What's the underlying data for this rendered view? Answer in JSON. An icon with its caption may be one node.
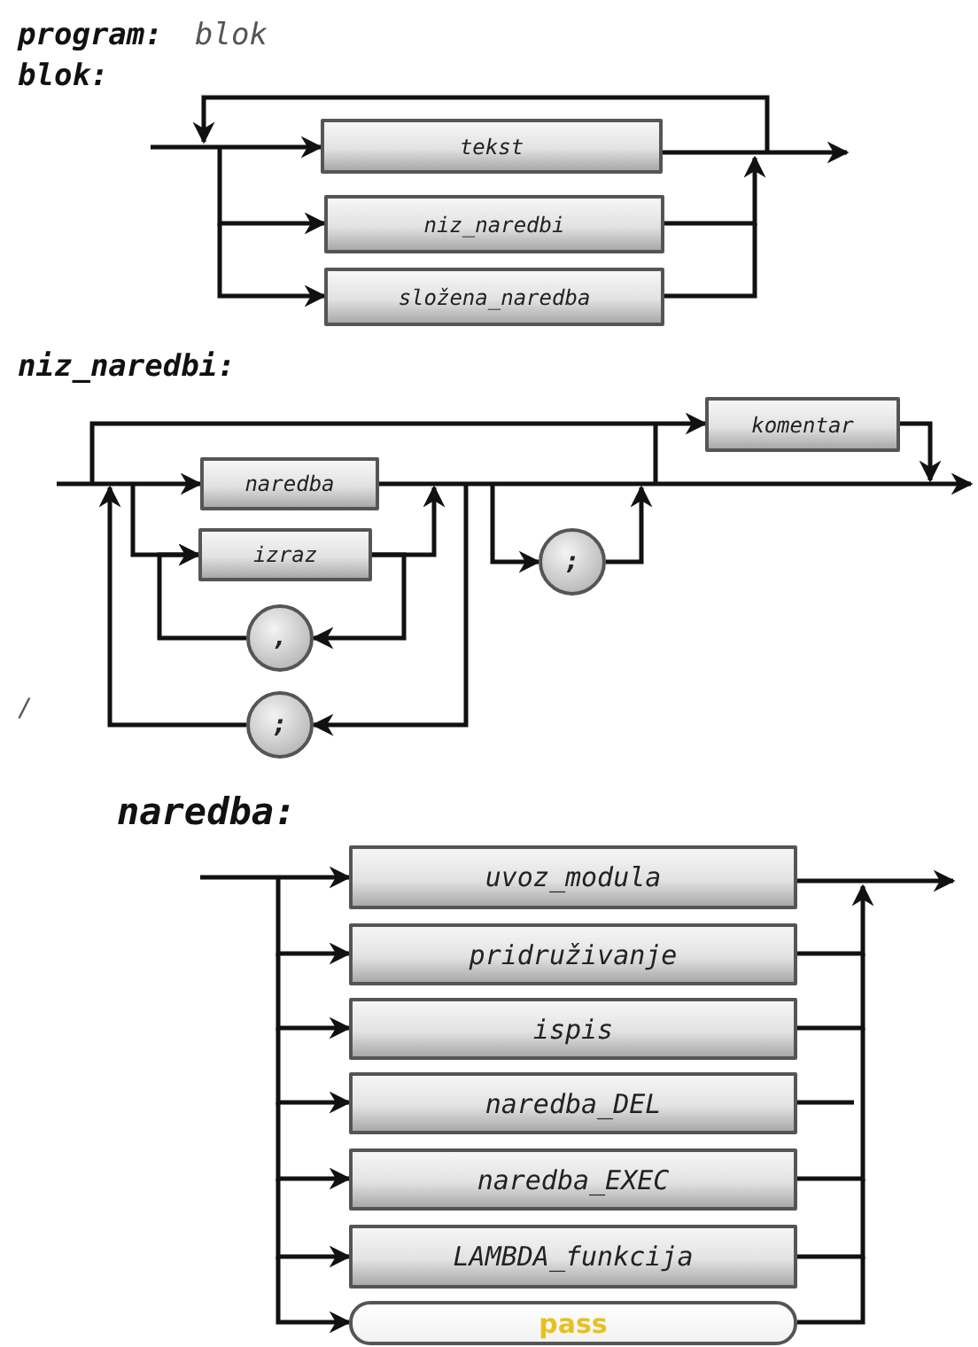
{
  "diagram": {
    "nodes": [
      {
        "text": [
          "tekst"
        ]
      },
      {
        "text": [
          "niz_naredbi"
        ]
      },
      {
        "text": [
          "složena_naredba"
        ]
      },
      {
        "text": [
          "naredba"
        ]
      },
      {
        "text": [
          "izraz"
        ]
      },
      {
        "text": [
          ","
        ]
      },
      {
        "text": [
          ";"
        ]
      },
      {
        "text": [
          ";"
        ]
      },
      {
        "text": [
          "komentar"
        ]
      },
      {
        "text": [
          "uvoz_modula"
        ]
      },
      {
        "text": [
          "pridruživanje"
        ]
      },
      {
        "text": [
          "ispis"
        ]
      },
      {
        "text": [
          "naredba_DEL"
        ]
      },
      {
        "text": [
          "naredba_EXEC"
        ]
      },
      {
        "text": [
          "LAMBDA_funkcija"
        ]
      },
      {
        "text": [
          "pass"
        ]
      }
    ],
    "edges": [
      {
        "from": null,
        "to": 0,
        "arrow": "to"
      },
      {
        "from": null,
        "to": 1,
        "arrow": "to"
      },
      {
        "from": null,
        "to": 2,
        "arrow": "to"
      },
      {
        "from": 0,
        "to": null,
        "arrow": "to"
      },
      {
        "from": 1,
        "to": null,
        "arrow": "to"
      },
      {
        "from": 2,
        "to": null,
        "arrow": "none"
      },
      {
        "from": null,
        "to": 3,
        "arrow": "to"
      },
      {
        "from": null,
        "to": 4,
        "arrow": "to"
      },
      {
        "from": 3,
        "to": null,
        "arrow": "to"
      },
      {
        "from": 4,
        "to": null,
        "arrow": "to"
      },
      {
        "from": 4,
        "to": 5,
        "arrow": "to"
      },
      {
        "from": 5,
        "to": 4,
        "arrow": "to"
      },
      {
        "from": null,
        "to": 6,
        "arrow": "to"
      },
      {
        "from": 6,
        "to": null,
        "arrow": "to"
      },
      {
        "from": null,
        "to": 7,
        "arrow": "to"
      },
      {
        "from": 7,
        "to": null,
        "arrow": "to"
      },
      {
        "from": null,
        "to": 8,
        "arrow": "to"
      },
      {
        "from": 8,
        "to": null,
        "arrow": "to"
      },
      {
        "from": null,
        "to": 9,
        "arrow": "to"
      },
      {
        "from": null,
        "to": 10,
        "arrow": "to"
      },
      {
        "from": null,
        "to": 11,
        "arrow": "to"
      },
      {
        "from": null,
        "to": 12,
        "arrow": "to"
      },
      {
        "from": null,
        "to": 13,
        "arrow": "to"
      },
      {
        "from": null,
        "to": 14,
        "arrow": "to"
      },
      {
        "from": null,
        "to": 15,
        "arrow": "to"
      },
      {
        "from": 9,
        "to": null,
        "arrow": "to"
      },
      {
        "from": 10,
        "to": null,
        "arrow": "to"
      },
      {
        "from": 11,
        "to": null,
        "arrow": "none"
      },
      {
        "from": 12,
        "to": null,
        "arrow": "none"
      },
      {
        "from": 13,
        "to": null,
        "arrow": "none"
      },
      {
        "from": 14,
        "to": null,
        "arrow": "none"
      },
      {
        "from": 15,
        "to": null,
        "arrow": "none"
      }
    ],
    "labels": [
      "program:",
      "blok",
      "blok:",
      "niz_naredbi:",
      "/",
      "naredba:"
    ]
  }
}
